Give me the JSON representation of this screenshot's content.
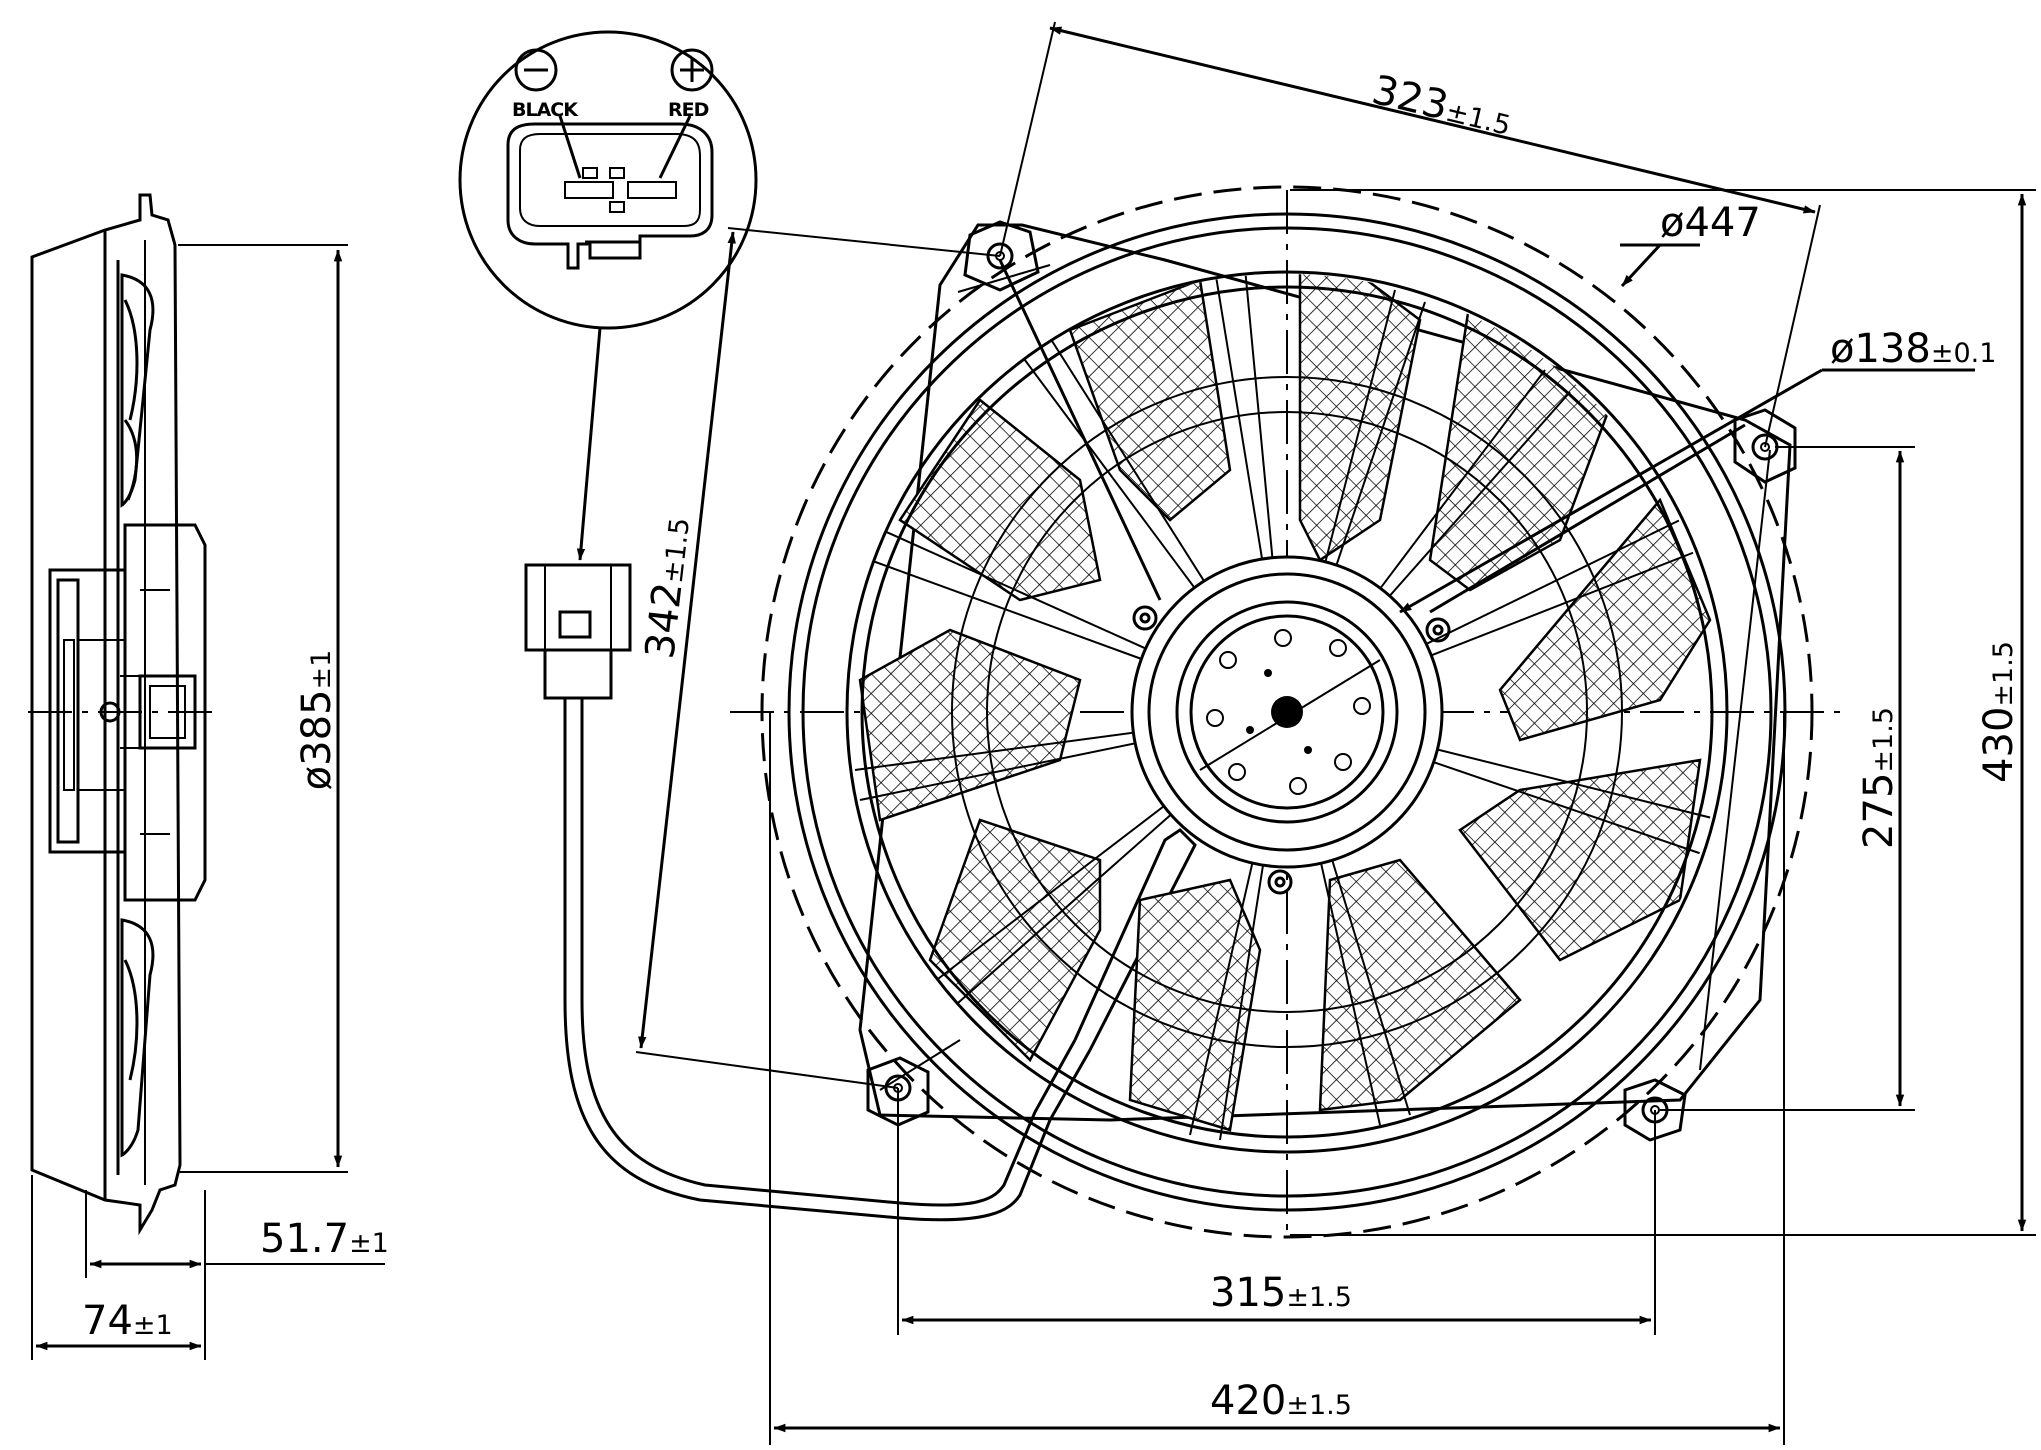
{
  "connector": {
    "negative_label": "BLACK",
    "positive_label": "RED",
    "negative_symbol": "−",
    "positive_symbol": "+"
  },
  "dimensions": {
    "fan_diameter": {
      "prefix": "ø385",
      "tol": "±1"
    },
    "thickness_motor": {
      "prefix": "51.7",
      "tol": "±1"
    },
    "thickness_total": {
      "prefix": "74",
      "tol": "±1"
    },
    "diag_top": {
      "prefix": "323",
      "tol": "±1.5"
    },
    "diag_left": {
      "prefix": "342",
      "tol": "±1.5"
    },
    "shroud_diameter": {
      "prefix": "ø447",
      "tol": ""
    },
    "motor_diameter": {
      "prefix": "ø138",
      "tol": "±0.1"
    },
    "vertical_right_inner": {
      "prefix": "275",
      "tol": "±1.5"
    },
    "vertical_right_outer": {
      "prefix": "430",
      "tol": "±1.5"
    },
    "width_inner": {
      "prefix": "315",
      "tol": "±1.5"
    },
    "width_outer": {
      "prefix": "420",
      "tol": "±1.5"
    }
  },
  "colors": {
    "ink": "#000000",
    "paper": "#ffffff"
  }
}
